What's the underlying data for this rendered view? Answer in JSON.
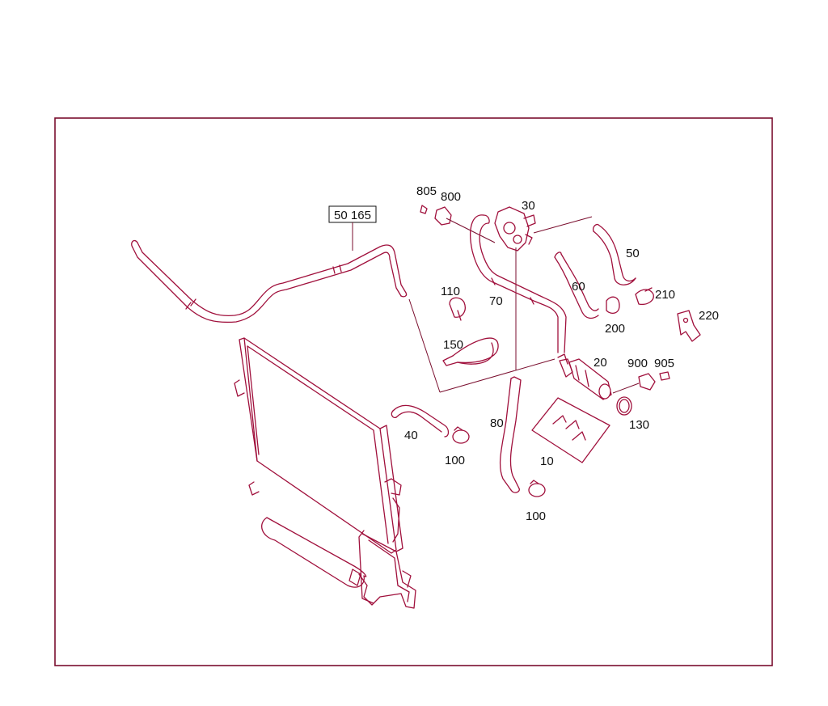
{
  "diagram": {
    "callouts": {
      "c50165": "50 165",
      "c805": "805",
      "c800": "800",
      "c30": "30",
      "c50": "50",
      "c60": "60",
      "c70": "70",
      "c110": "110",
      "c150": "150",
      "c210": "210",
      "c200": "200",
      "c220": "220",
      "c20": "20",
      "c900": "900",
      "c905": "905",
      "c40": "40",
      "c100a": "100",
      "c80": "80",
      "c130": "130",
      "c10": "10",
      "c100b": "100"
    },
    "colors": {
      "line": "#a0103c",
      "frame": "#7a0e2e",
      "text": "#111111"
    }
  }
}
